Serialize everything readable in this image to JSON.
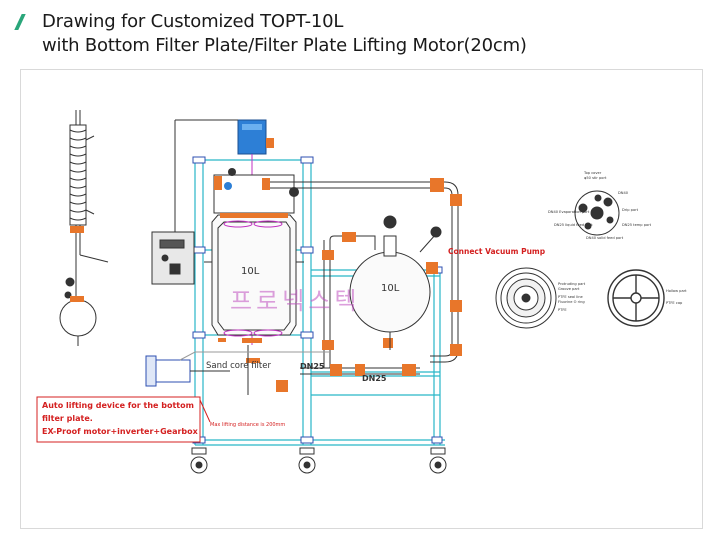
{
  "header": {
    "title_line1": "Drawing  for Customized TOPT-10L",
    "title_line2": "with Bottom Filter Plate/Filter Plate Lifting Motor(20cm)"
  },
  "diagram": {
    "reactor_volume": "10L",
    "receiver_volume": "10L",
    "vacuum_label": "Connect Vacuum Pump",
    "sand_core_label": "Sand core filter",
    "dn25_left": "DN25",
    "dn25_right": "DN25",
    "watermark": "프로넥스텍",
    "lift_note": {
      "line1": "Auto lifting device for the bottom",
      "line2": "filter plate.",
      "line3": "EX-Proof motor+inverter+Gearbox"
    },
    "max_lift_note": "Max lifting distance is 200mm",
    "top_cover": {
      "title1": "Top cover",
      "title2": "φ50 stir port",
      "ports": [
        "DN40 Evaporation port",
        "Drip port",
        "DN25 liquid feed port",
        "DN25 temp port",
        "DN40 solid feed port",
        "DN40"
      ]
    },
    "filter_plate_labels": [
      "Protruding part",
      "Groove part",
      "PTFE seal line",
      "Fluorine O ring",
      "PTFE"
    ],
    "hollow_labels": [
      "Hollow part",
      "PTFE cap"
    ],
    "colors": {
      "frame": "#29b6c8",
      "flange": "#e8762a",
      "line": "#333333",
      "red_text": "#d42020",
      "motor": "#2d7fd6"
    }
  }
}
